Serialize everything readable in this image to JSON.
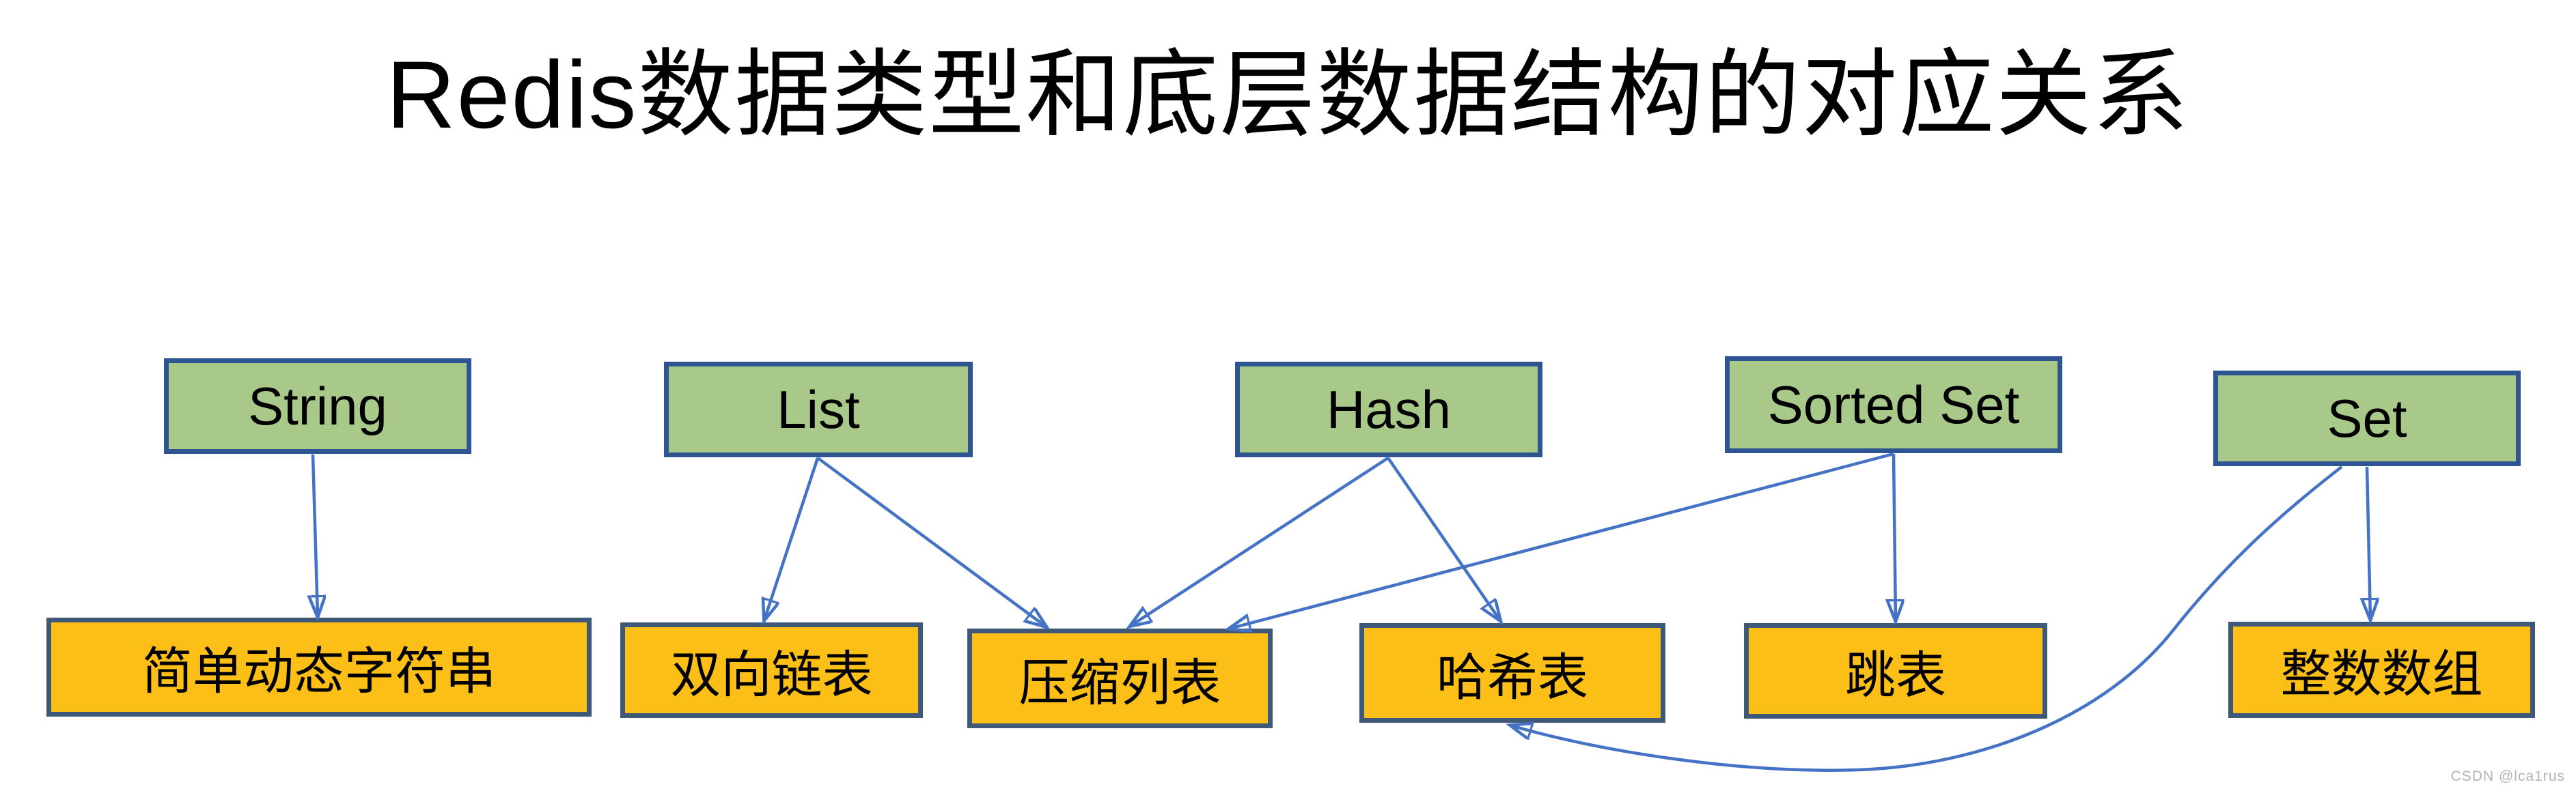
{
  "title": "Redis数据类型和底层数据结构的对应关系",
  "watermark": "CSDN @lca1rus",
  "colors": {
    "type_box_fill": "#a9c98a",
    "type_box_border": "#2e5591",
    "structure_box_fill": "#fcbf17",
    "structure_box_border": "#3e5878",
    "arrow": "#4472c4",
    "title_text": "#000000",
    "watermark_text": "#aeb3bc"
  },
  "types": [
    {
      "id": "string",
      "label": "String"
    },
    {
      "id": "list",
      "label": "List"
    },
    {
      "id": "hash",
      "label": "Hash"
    },
    {
      "id": "sorted-set",
      "label": "Sorted Set"
    },
    {
      "id": "set",
      "label": "Set"
    }
  ],
  "structures": [
    {
      "id": "sds",
      "label": "简单动态字符串"
    },
    {
      "id": "linkedlist",
      "label": "双向链表"
    },
    {
      "id": "ziplist",
      "label": "压缩列表"
    },
    {
      "id": "hashtable",
      "label": "哈希表"
    },
    {
      "id": "skiplist",
      "label": "跳表"
    },
    {
      "id": "intset",
      "label": "整数数组"
    }
  ],
  "edges": [
    {
      "from": "String",
      "to": "简单动态字符串"
    },
    {
      "from": "List",
      "to": "双向链表"
    },
    {
      "from": "List",
      "to": "压缩列表"
    },
    {
      "from": "Hash",
      "to": "压缩列表"
    },
    {
      "from": "Hash",
      "to": "哈希表"
    },
    {
      "from": "Sorted Set",
      "to": "压缩列表"
    },
    {
      "from": "Sorted Set",
      "to": "跳表"
    },
    {
      "from": "Set",
      "to": "哈希表"
    },
    {
      "from": "Set",
      "to": "整数数组"
    }
  ]
}
